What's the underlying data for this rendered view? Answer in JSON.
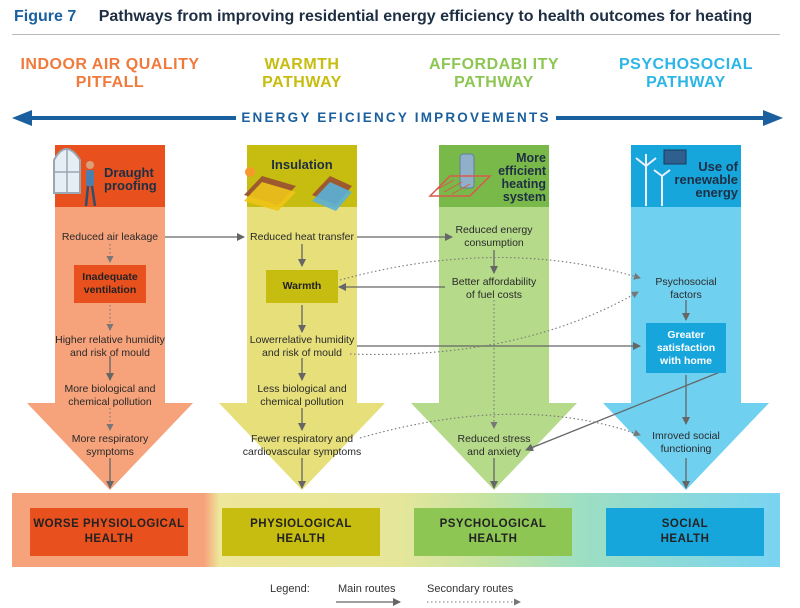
{
  "figure": {
    "label": "Figure 7",
    "title": "Pathways from improving residential energy efficiency to health outcomes for heating"
  },
  "colors": {
    "iaq": "#f07a3c",
    "iaq_light": "#f6a27a",
    "iaq_dark": "#e8501e",
    "warmth": "#d7cf3a",
    "warmth_light": "#e6df7a",
    "warmth_dark": "#c7bc10",
    "afford": "#8ec654",
    "afford_light": "#b5da8a",
    "afford_dark": "#79b94a",
    "psycho": "#2cb6e6",
    "psycho_light": "#6fd0f0",
    "psycho_dark": "#17a6dc",
    "energy_arrow": "#1a5f9e",
    "route": "#666666"
  },
  "pathways": [
    {
      "line1": "INDOOR AIR QUALITY",
      "line2": "PITFALL"
    },
    {
      "line1": "WARMTH",
      "line2": "PATHWAY"
    },
    {
      "line1": "AFFORDABI ITY",
      "line2": "PATHWAY"
    },
    {
      "line1": "PSYCHOSOCIAL",
      "line2": "PATHWAY"
    }
  ],
  "energy_label": "ENERGY  EFICIENCY  IMPROVEMENTS",
  "measures": {
    "draught": [
      "Draught",
      "proofing"
    ],
    "insulation": "Insulation",
    "heating": [
      "More",
      "efficient",
      "heating",
      "system"
    ],
    "renewable": [
      "Use of",
      "renewable",
      "energy"
    ]
  },
  "iaq": {
    "n1": "Reduced air leakage",
    "box": [
      "Inadequate",
      "ventilation"
    ],
    "n2": [
      "Higher relative humidity",
      "and risk of mould"
    ],
    "n3": [
      "More biological and",
      "chemical pollution"
    ],
    "n4": [
      "More respiratory",
      "symptoms"
    ]
  },
  "warmth": {
    "n1": "Reduced heat transfer",
    "box": "Warmth",
    "n2": [
      "Lowerrelative humidity",
      "and risk of mould"
    ],
    "n3": [
      "Less biological and",
      "chemical pollution"
    ],
    "n4": [
      "Fewer respiratory and",
      "cardiovascular symptoms"
    ]
  },
  "afford": {
    "n1": [
      "Reduced energy",
      "consumption"
    ],
    "n2": [
      "Better affordability",
      "of fuel costs"
    ],
    "n3": [
      "Reduced stress",
      "and anxiety"
    ]
  },
  "psycho": {
    "n1": [
      "Psychosocial",
      "factors"
    ],
    "box": [
      "Greater",
      "satisfaction",
      "with home"
    ],
    "n2": [
      "Imroved social",
      "functioning"
    ]
  },
  "outcomes": [
    [
      "WORSE PHYSIOLOGICAL",
      "HEALTH"
    ],
    [
      "PHYSIOLOGICAL",
      "HEALTH"
    ],
    [
      "PSYCHOLOGICAL",
      "HEALTH"
    ],
    [
      "SOCIAL",
      "HEALTH"
    ]
  ],
  "legend": {
    "title": "Legend:",
    "main": "Main routes",
    "secondary": "Secondary routes"
  }
}
